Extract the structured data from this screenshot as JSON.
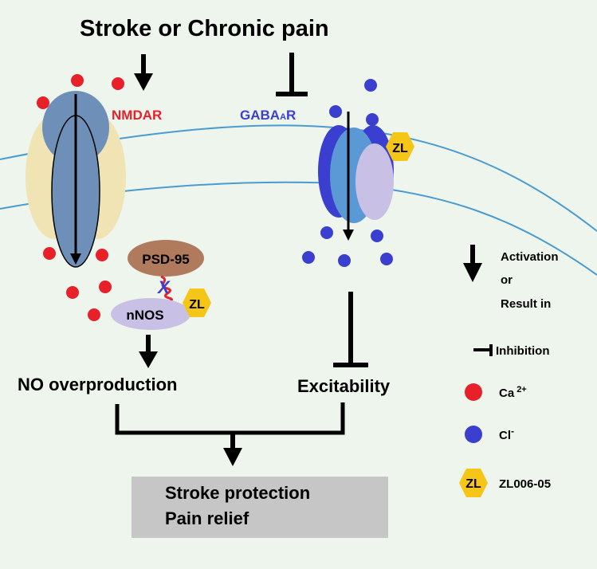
{
  "diagram": {
    "title": "Stroke or Chronic pain",
    "nmdar_label": "NMDAR",
    "gaba_label_main": "GABA",
    "gaba_label_sub": "A",
    "gaba_label_end": "R",
    "psd95_label": "PSD-95",
    "nnos_label": "nNOS",
    "zl_badge": "ZL",
    "uncoupling_mark": "X",
    "no_overproduction": "NO overproduction",
    "excitability": "Excitability",
    "outcome_line1": "Stroke protection",
    "outcome_line2": "Pain relief"
  },
  "legend": {
    "activation_line1": "Activation",
    "activation_line2": "or",
    "activation_line3": "Result in",
    "inhibition": "Inhibition",
    "ca_label": "Ca",
    "ca_sup": "2+",
    "cl_label": "Cl",
    "cl_sup": "-",
    "zl_badge": "ZL",
    "zl_label": "ZL006-05"
  },
  "colors": {
    "background": "#eef5ec",
    "calcium": "#e8202a",
    "chloride": "#3a3fcf",
    "nmdar_red_text": "#e8202a",
    "gaba_blue_text": "#3a3fcf",
    "zl_yellow": "#f5c518",
    "psd95_brown": "#b07a5c",
    "nnos_lavender": "#c9c0e6",
    "outcome_box": "#c6c6c6",
    "membrane": "#4a9bd1"
  }
}
